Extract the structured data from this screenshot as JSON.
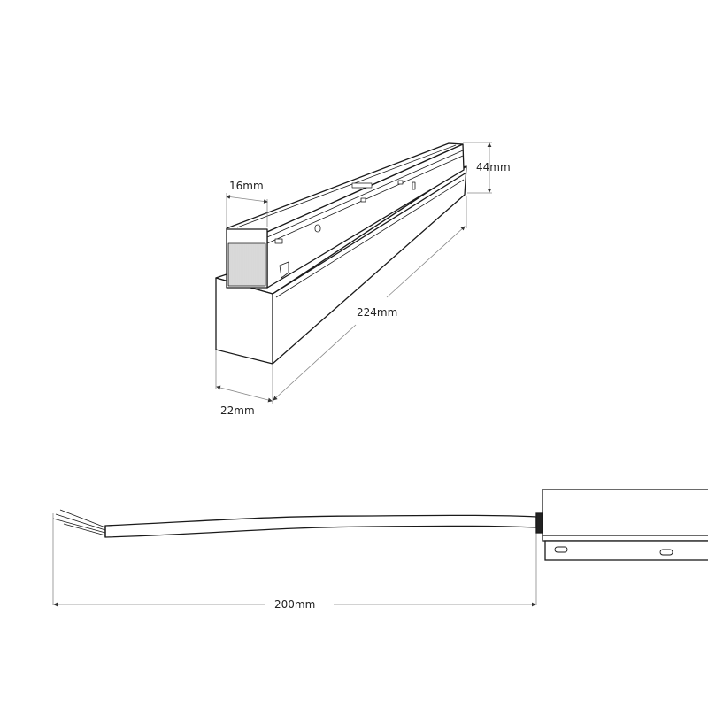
{
  "dimensions": {
    "width_top": "16mm",
    "height": "44mm",
    "length": "224mm",
    "width_bottom": "22mm",
    "cable_length": "200mm"
  },
  "colors": {
    "line": "#1a1a1a",
    "dim_line": "#888888",
    "label": "#222222"
  }
}
